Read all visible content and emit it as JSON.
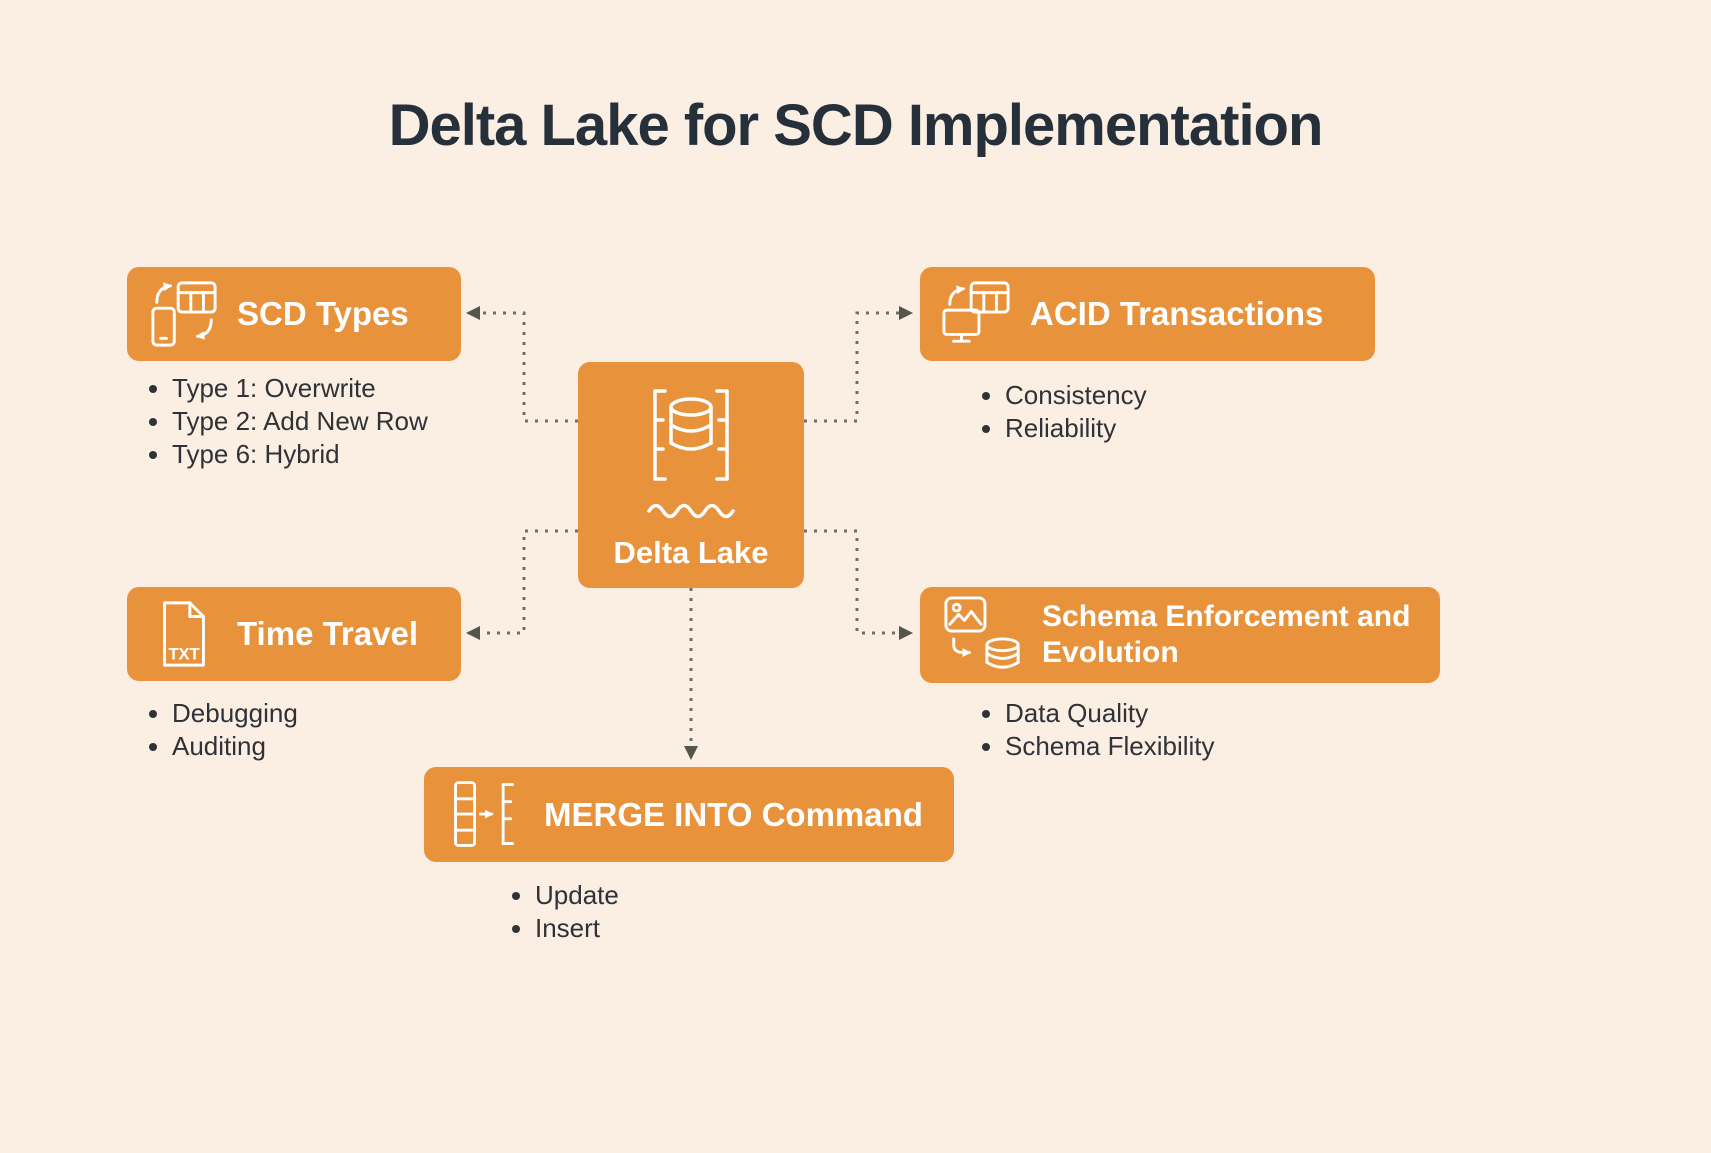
{
  "title": "Delta Lake for SCD Implementation",
  "colors": {
    "background": "#FBEEE2",
    "box": "#E9923C",
    "title": "#26303B",
    "text": "#2F3237",
    "connector": "#6E6E66"
  },
  "center": {
    "label": "Delta Lake"
  },
  "nodes": {
    "scd_types": {
      "label": "SCD Types",
      "bullets": [
        "Type 1: Overwrite",
        "Type 2: Add New Row",
        "Type 6: Hybrid"
      ]
    },
    "acid": {
      "label": "ACID Transactions",
      "bullets": [
        "Consistency",
        "Reliability"
      ]
    },
    "time_travel": {
      "label": "Time Travel",
      "bullets": [
        "Debugging",
        "Auditing"
      ]
    },
    "schema": {
      "label": "Schema Enforcement and Evolution",
      "bullets": [
        "Data Quality",
        "Schema Flexibility"
      ]
    },
    "merge": {
      "label": "MERGE INTO Command",
      "bullets": [
        "Update",
        "Insert"
      ]
    }
  },
  "icons": {
    "txt_label": "TXT"
  }
}
